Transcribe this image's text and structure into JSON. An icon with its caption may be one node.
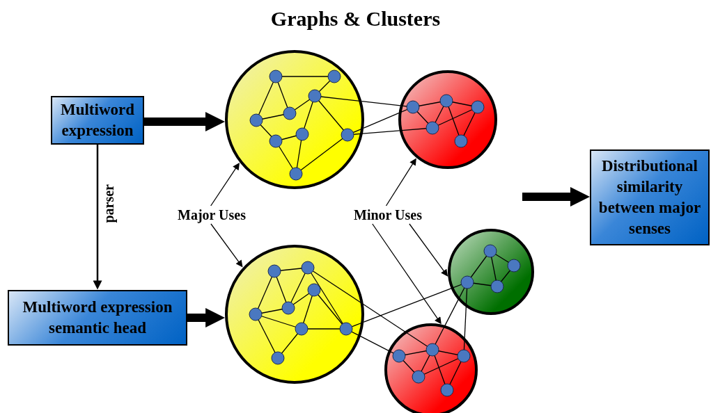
{
  "diagram": {
    "title": "Graphs & Clusters",
    "nodes": [
      {
        "text": [
          "Multiword expression"
        ]
      },
      {
        "text": [],
        "shape": "circle"
      },
      {
        "text": [],
        "shape": "circle"
      },
      {
        "text": [
          "Distributional similarity between major senses"
        ]
      },
      {
        "text": [
          "Major Uses"
        ]
      },
      {
        "text": [
          "Minor Uses"
        ]
      },
      {
        "text": [
          "Multiword expression semantic head"
        ]
      },
      {
        "text": [],
        "shape": "circle"
      },
      {
        "text": [],
        "shape": "circle"
      },
      {
        "text": [],
        "shape": "circle"
      }
    ],
    "edges": [
      {
        "from": 0,
        "to": 1,
        "arrow": "to",
        "style": "thick"
      },
      {
        "from": 0,
        "to": 6,
        "arrow": "to",
        "label": "parser"
      },
      {
        "from": 6,
        "to": 7,
        "arrow": "to",
        "style": "thick"
      },
      {
        "from": null,
        "to": 3,
        "arrow": "to",
        "style": "thick"
      },
      {
        "from": 4,
        "to": 1,
        "arrow": "to"
      },
      {
        "from": 4,
        "to": 7,
        "arrow": "to"
      },
      {
        "from": 5,
        "to": 2,
        "arrow": "to"
      },
      {
        "from": 5,
        "to": 8,
        "arrow": "to"
      },
      {
        "from": 5,
        "to": 9,
        "arrow": "to"
      },
      {
        "from": 1,
        "to": 2,
        "arrow": "none"
      },
      {
        "from": 1,
        "to": 2,
        "arrow": "none"
      },
      {
        "from": 1,
        "to": 2,
        "arrow": "none"
      },
      {
        "from": 7,
        "to": 9,
        "arrow": "none"
      },
      {
        "from": 7,
        "to": 8,
        "arrow": "none"
      },
      {
        "from": 7,
        "to": 9,
        "arrow": "none"
      },
      {
        "from": 8,
        "to": 9,
        "arrow": "none"
      },
      {
        "from": 8,
        "to": 9,
        "arrow": "none"
      }
    ]
  }
}
